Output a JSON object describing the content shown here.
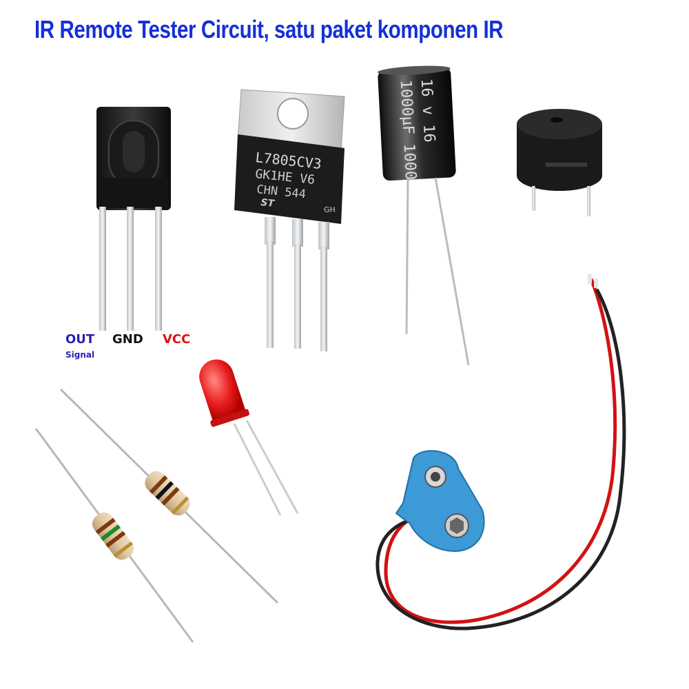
{
  "title": "IR Remote Tester Circuit, satu paket komponen IR",
  "colors": {
    "title": "#1530d8",
    "out_label": "#2a1fb0",
    "gnd_label": "#111111",
    "vcc_label": "#e01010"
  },
  "ir_receiver": {
    "pins": {
      "out": "OUT",
      "out_sub": "Signal",
      "gnd": "GND",
      "vcc": "VCC"
    }
  },
  "regulator": {
    "marking_line1": "L7805CV3",
    "marking_line2": "GK1HE  V6",
    "marking_line3": "CHN  544",
    "logo": "ST",
    "corner_mark": "GH"
  },
  "capacitor": {
    "marking_line1": "1000µF 1000",
    "marking_line2": "16  v  16"
  },
  "components": [
    "ir-receiver",
    "voltage-regulator",
    "electrolytic-capacitor",
    "piezo-buzzer",
    "resistor",
    "resistor",
    "red-led",
    "9v-battery-snap"
  ]
}
